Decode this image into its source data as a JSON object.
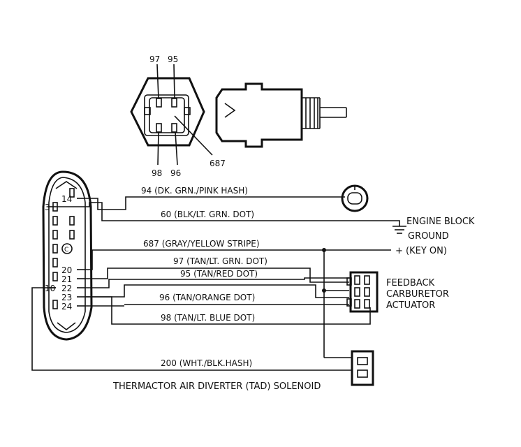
{
  "sensor": {
    "pins": {
      "p97": "97",
      "p95": "95",
      "p98": "98",
      "p96": "96",
      "p687": "687"
    }
  },
  "ecu": {
    "pins": {
      "p14": "14",
      "p3": "3",
      "p20": "20",
      "p21": "21",
      "p22": "22",
      "p23": "23",
      "p24": "24",
      "p10": "10",
      "c": "C"
    }
  },
  "wires": {
    "w94": "94 (DK. GRN./PINK HASH)",
    "w60": "60 (BLK/LT. GRN. DOT)",
    "w687": "687 (GRAY/YELLOW STRIPE)",
    "w97": "97 (TAN/LT. GRN. DOT)",
    "w95": "95 (TAN/RED DOT)",
    "w96": "96 (TAN/ORANGE DOT)",
    "w98": "98 (TAN/LT. BLUE DOT)",
    "w200": "200 (WHT./BLK.HASH)"
  },
  "labels": {
    "engine_block": "ENGINE BLOCK",
    "ground": "GROUND",
    "key_on": "+  (KEY ON)",
    "feedback": "FEEDBACK",
    "carburetor": "CARBURETOR",
    "actuator": "ACTUATOR",
    "tad": "THERMACTOR AIR DIVERTER (TAD) SOLENOID"
  }
}
